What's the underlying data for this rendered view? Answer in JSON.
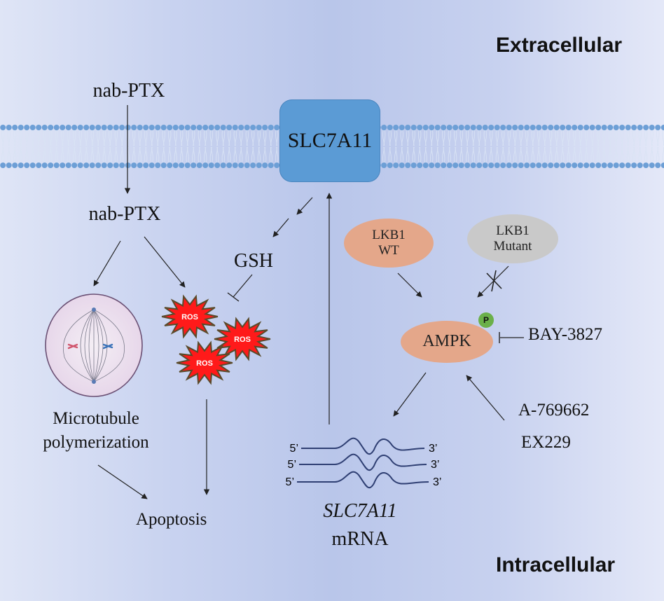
{
  "regions": {
    "extracellular": "Extracellular",
    "intracellular": "Intracellular"
  },
  "transporter": {
    "name": "SLC7A11"
  },
  "drug": {
    "outside": "nab-PTX",
    "inside": "nab-PTX"
  },
  "gsh": "GSH",
  "ros": {
    "labels": [
      "ROS",
      "ROS",
      "ROS"
    ],
    "fill": "#ff1a1a",
    "border": "#5a4a2a"
  },
  "cell": {
    "caption_line1": "Microtubule",
    "caption_line2": "polymerization"
  },
  "apoptosis": "Apoptosis",
  "lkb1_wt": {
    "line1": "LKB1",
    "line2": "WT"
  },
  "lkb1_mutant": {
    "line1": "LKB1",
    "line2": "Mutant"
  },
  "ampk": {
    "label": "AMPK",
    "phospho": "P"
  },
  "inhibitor": "BAY-3827",
  "activators": [
    "A-769662",
    "EX229"
  ],
  "mrna": {
    "gene": "SLC7A11",
    "label": "mRNA",
    "five_prime": "5’",
    "three_prime": "3’"
  },
  "colors": {
    "membrane": "#6d9fd6",
    "transporter": "#5b9bd5",
    "lkb1_wt": "#e4a78a",
    "lkb1_mutant": "#c9c9c9",
    "ampk": "#e4a78a",
    "phospho": "#6bb04a"
  }
}
